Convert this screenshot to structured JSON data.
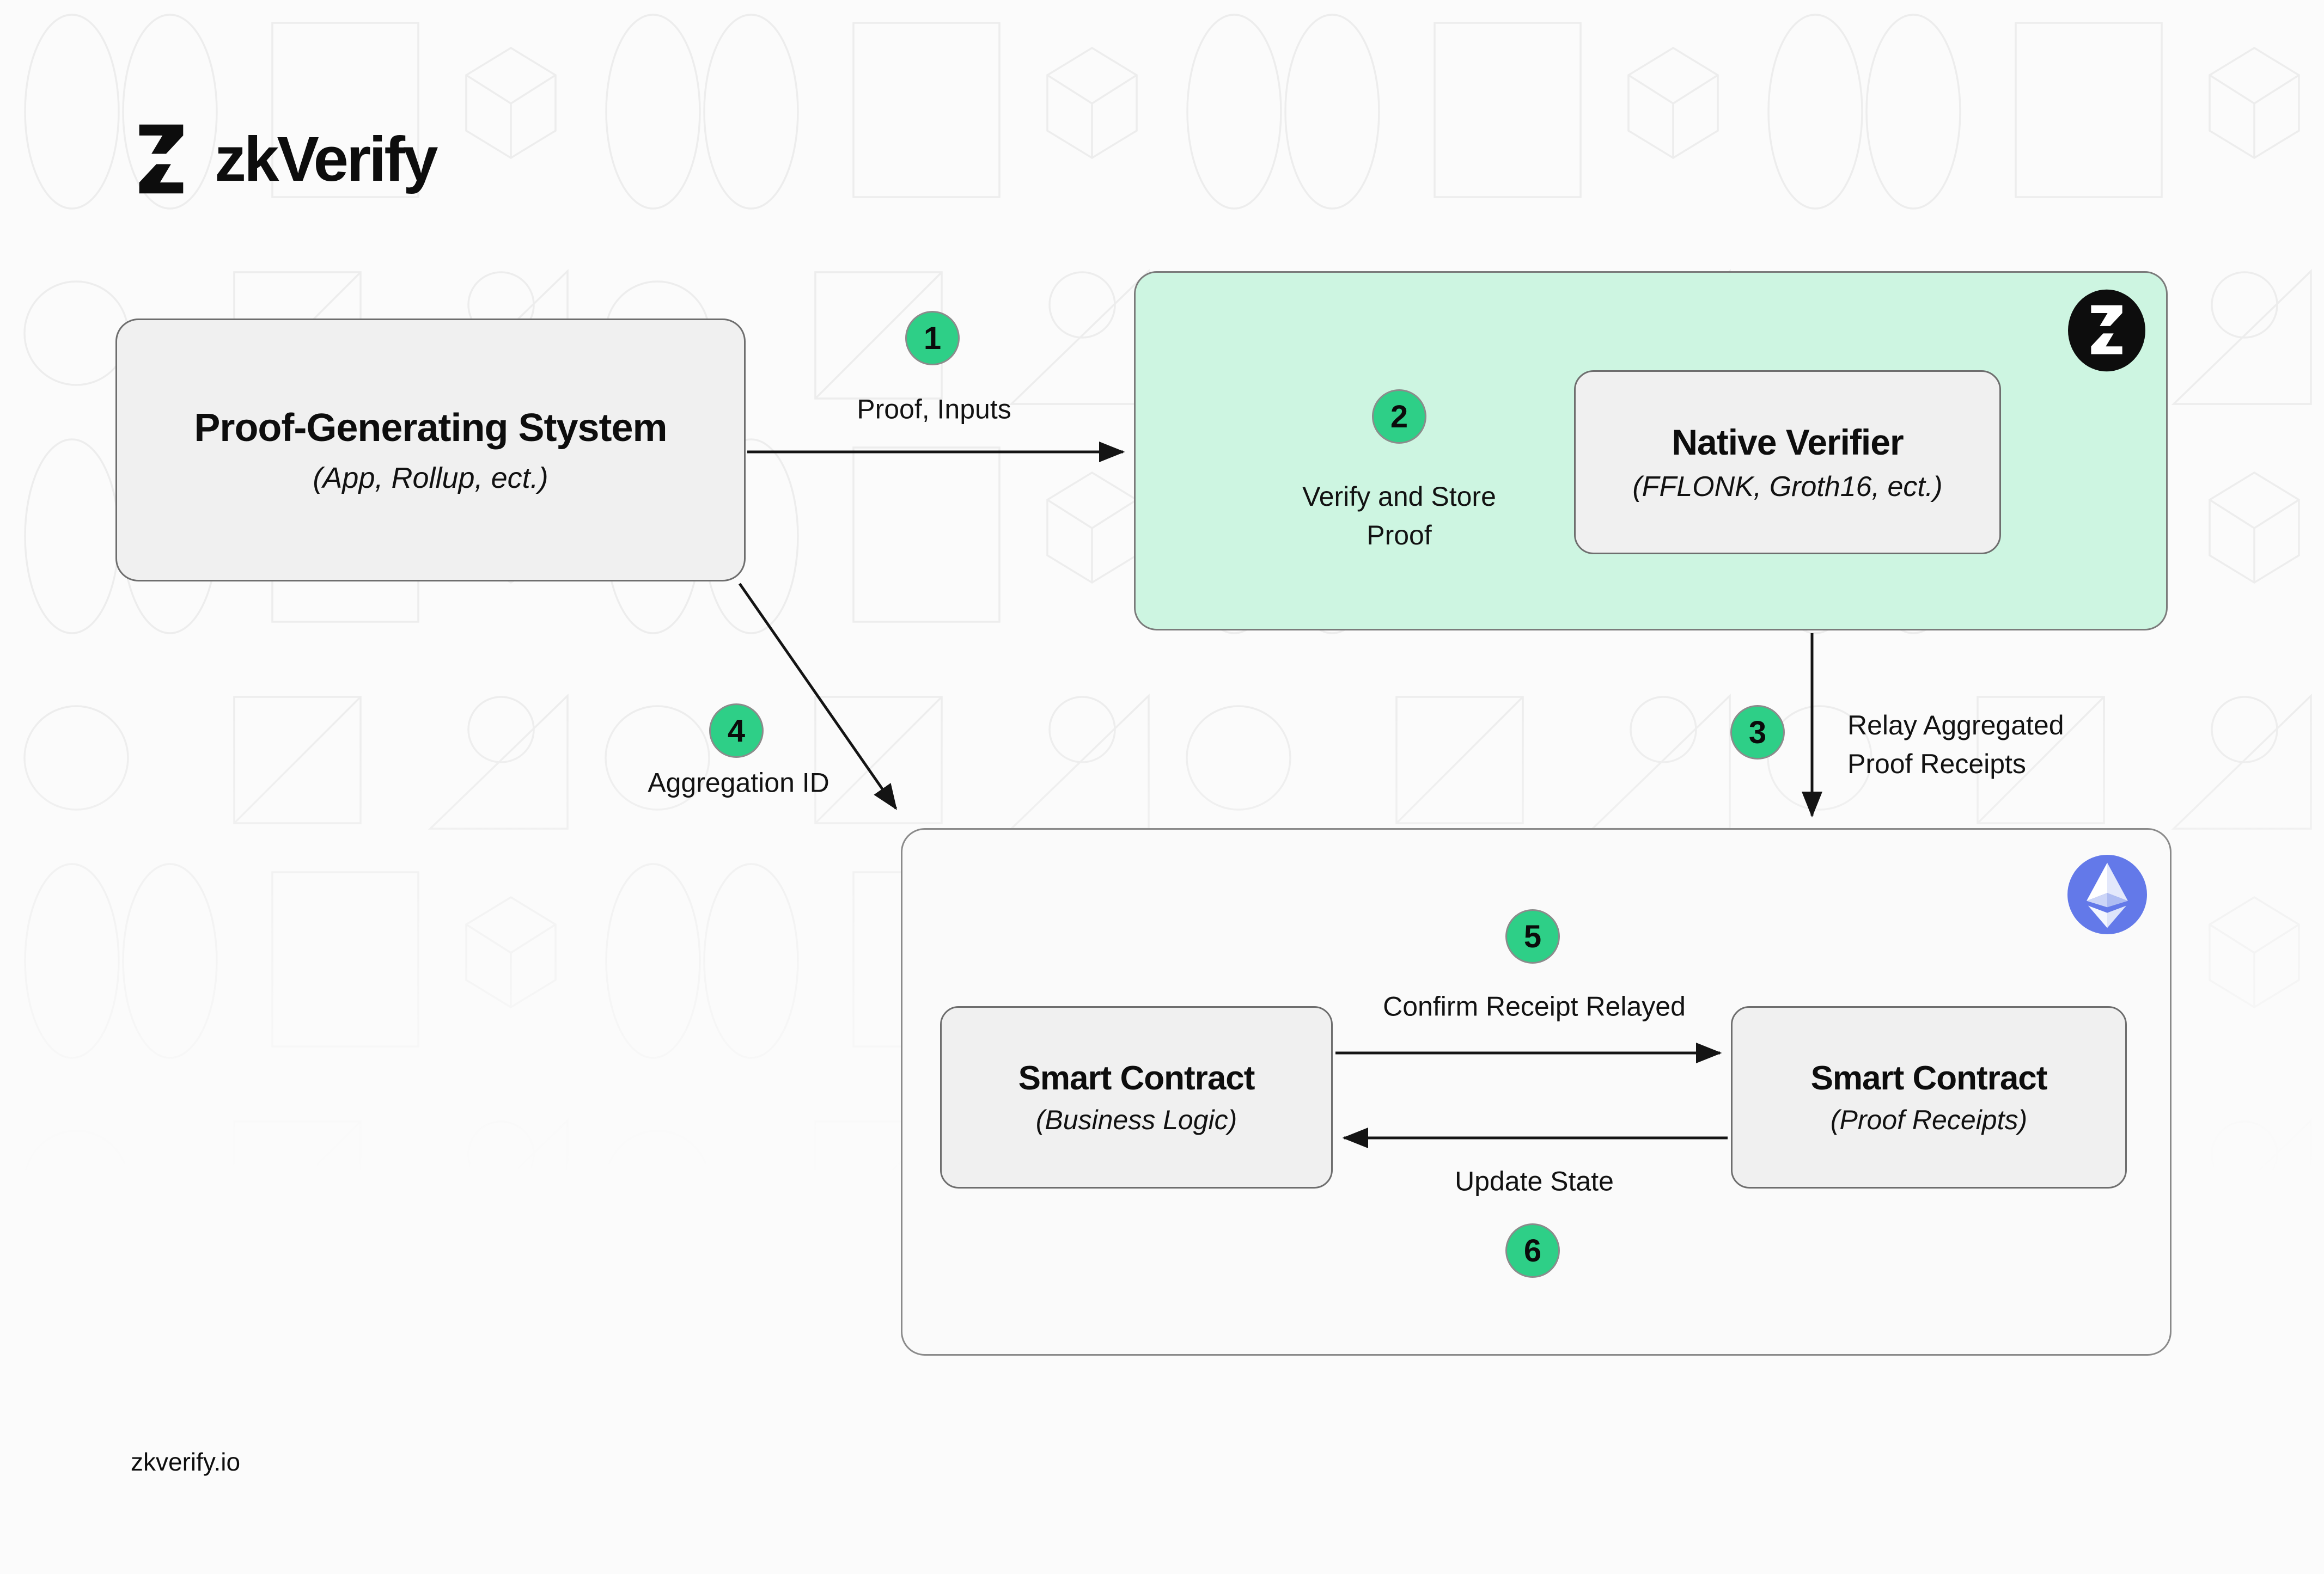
{
  "brand": {
    "name": "zkVerify",
    "site": "zkverify.io"
  },
  "boxes": {
    "proof_system": {
      "title": "Proof-Generating Stystem",
      "subtitle": "(App, Rollup, ect.)"
    },
    "native_verifier": {
      "title": "Native Verifier",
      "subtitle": "(FFLONK, Groth16, ect.)"
    },
    "sc_business": {
      "title": "Smart Contract",
      "subtitle": "(Business Logic)"
    },
    "sc_receipts": {
      "title": "Smart Contract",
      "subtitle": "(Proof Receipts)"
    }
  },
  "steps": [
    {
      "num": "1",
      "label": "Proof, Inputs"
    },
    {
      "num": "2",
      "label": "Verify and Store\nProof"
    },
    {
      "num": "3",
      "label": "Relay Aggregated\nProof Receipts"
    },
    {
      "num": "4",
      "label": "Aggregation ID"
    },
    {
      "num": "5",
      "label": "Confirm Receipt Relayed"
    },
    {
      "num": "6",
      "label": "Update State"
    }
  ],
  "icons": {
    "logo_mark": "zkverify-hourglass-icon",
    "chain_badge": "zkverify-badge-icon",
    "eth_badge": "ethereum-icon"
  },
  "colors": {
    "accent_green": "#2ECF87",
    "mint_panel": "#CDF5E1",
    "box_gray": "#F0F0F0",
    "eth_blue": "#6379E9",
    "ink": "#111111"
  }
}
